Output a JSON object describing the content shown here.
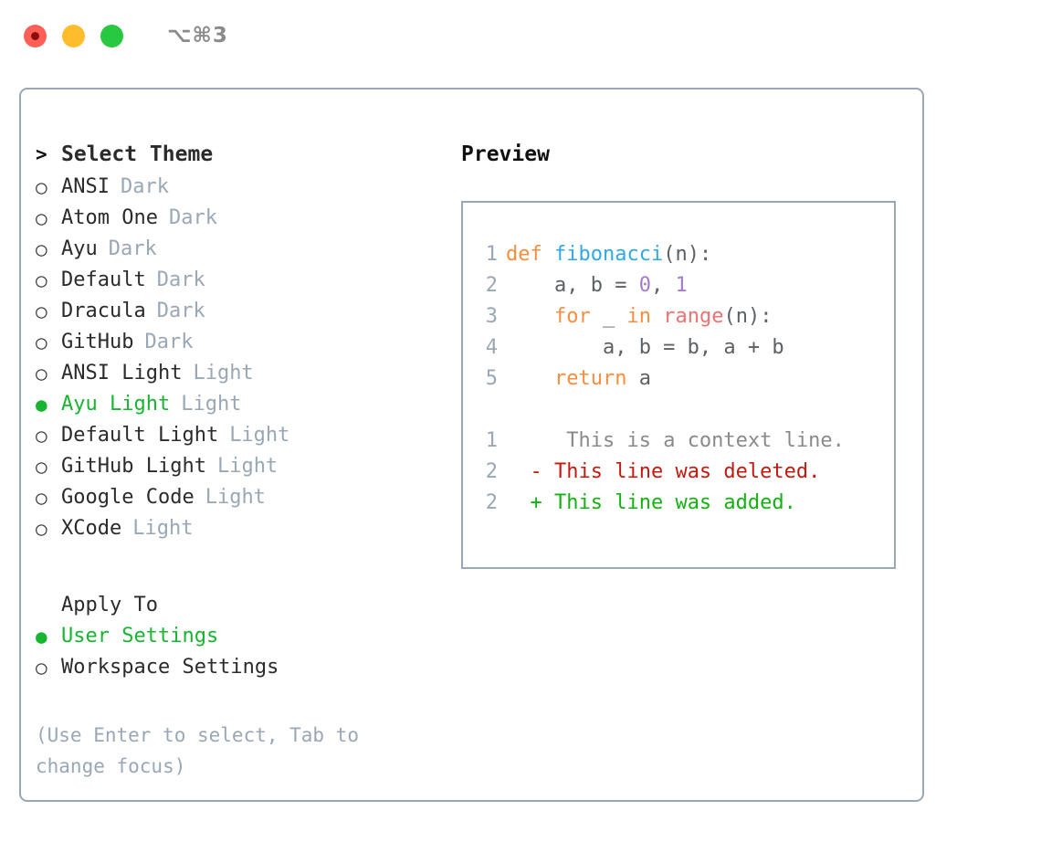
{
  "titlebar": {
    "shortcut": "⌥⌘3",
    "buttons": [
      {
        "name": "close",
        "color": "#ff5f57"
      },
      {
        "name": "minimize",
        "color": "#ffbd2e"
      },
      {
        "name": "maximize",
        "color": "#28c840"
      }
    ]
  },
  "theme_picker": {
    "header": {
      "marker": ">",
      "label": "Select Theme"
    },
    "items": [
      {
        "marker": "○",
        "label": "ANSI",
        "tag": "Dark",
        "selected": false
      },
      {
        "marker": "○",
        "label": "Atom One",
        "tag": "Dark",
        "selected": false
      },
      {
        "marker": "○",
        "label": "Ayu",
        "tag": "Dark",
        "selected": false
      },
      {
        "marker": "○",
        "label": "Default",
        "tag": "Dark",
        "selected": false
      },
      {
        "marker": "○",
        "label": "Dracula",
        "tag": "Dark",
        "selected": false
      },
      {
        "marker": "○",
        "label": "GitHub",
        "tag": "Dark",
        "selected": false
      },
      {
        "marker": "○",
        "label": "ANSI Light",
        "tag": "Light",
        "selected": false
      },
      {
        "marker": "●",
        "label": "Ayu Light",
        "tag": "Light",
        "selected": true
      },
      {
        "marker": "○",
        "label": "Default Light",
        "tag": "Light",
        "selected": false
      },
      {
        "marker": "○",
        "label": "GitHub Light",
        "tag": "Light",
        "selected": false
      },
      {
        "marker": "○",
        "label": "Google Code",
        "tag": "Light",
        "selected": false
      },
      {
        "marker": "○",
        "label": "XCode",
        "tag": "Light",
        "selected": false
      }
    ]
  },
  "apply_to": {
    "header": {
      "marker": " ",
      "label": "Apply To"
    },
    "items": [
      {
        "marker": "●",
        "label": "User Settings",
        "selected": true
      },
      {
        "marker": "○",
        "label": "Workspace Settings",
        "selected": false
      }
    ]
  },
  "hint": "(Use Enter to select, Tab to change focus)",
  "preview": {
    "title": "Preview",
    "code_lines": [
      {
        "no": "1",
        "tokens": [
          {
            "t": "def ",
            "c": "kw"
          },
          {
            "t": "fibonacci",
            "c": "fn"
          },
          {
            "t": "(n):",
            "c": "pl"
          }
        ]
      },
      {
        "no": "2",
        "tokens": [
          {
            "t": "    a, b = ",
            "c": "pl"
          },
          {
            "t": "0",
            "c": "num"
          },
          {
            "t": ", ",
            "c": "pl"
          },
          {
            "t": "1",
            "c": "num"
          }
        ]
      },
      {
        "no": "3",
        "tokens": [
          {
            "t": "    ",
            "c": "pl"
          },
          {
            "t": "for",
            "c": "kw"
          },
          {
            "t": " _ ",
            "c": "pl"
          },
          {
            "t": "in",
            "c": "kw"
          },
          {
            "t": " ",
            "c": "pl"
          },
          {
            "t": "range",
            "c": "bi"
          },
          {
            "t": "(n):",
            "c": "pl"
          }
        ]
      },
      {
        "no": "4",
        "tokens": [
          {
            "t": "        a, b = b, a + b",
            "c": "pl"
          }
        ]
      },
      {
        "no": "5",
        "tokens": [
          {
            "t": "    ",
            "c": "pl"
          },
          {
            "t": "return",
            "c": "kw"
          },
          {
            "t": " a",
            "c": "pl"
          }
        ]
      }
    ],
    "diff_lines": [
      {
        "no": "1",
        "sign": " ",
        "text": "  This is a context line.",
        "kind": "ctx"
      },
      {
        "no": "2",
        "sign": "-",
        "text": " This line was deleted.",
        "kind": "del"
      },
      {
        "no": "2",
        "sign": "+",
        "text": " This line was added.",
        "kind": "add"
      }
    ]
  },
  "colors": {
    "accent_green": "#17b530",
    "muted": "#9aa7b6",
    "keyword": "#fa8d3e",
    "function": "#2fa8e8",
    "number": "#a37acc",
    "builtin": "#f07171",
    "diff_deleted": "#c21a0f",
    "diff_added": "#13b210"
  }
}
